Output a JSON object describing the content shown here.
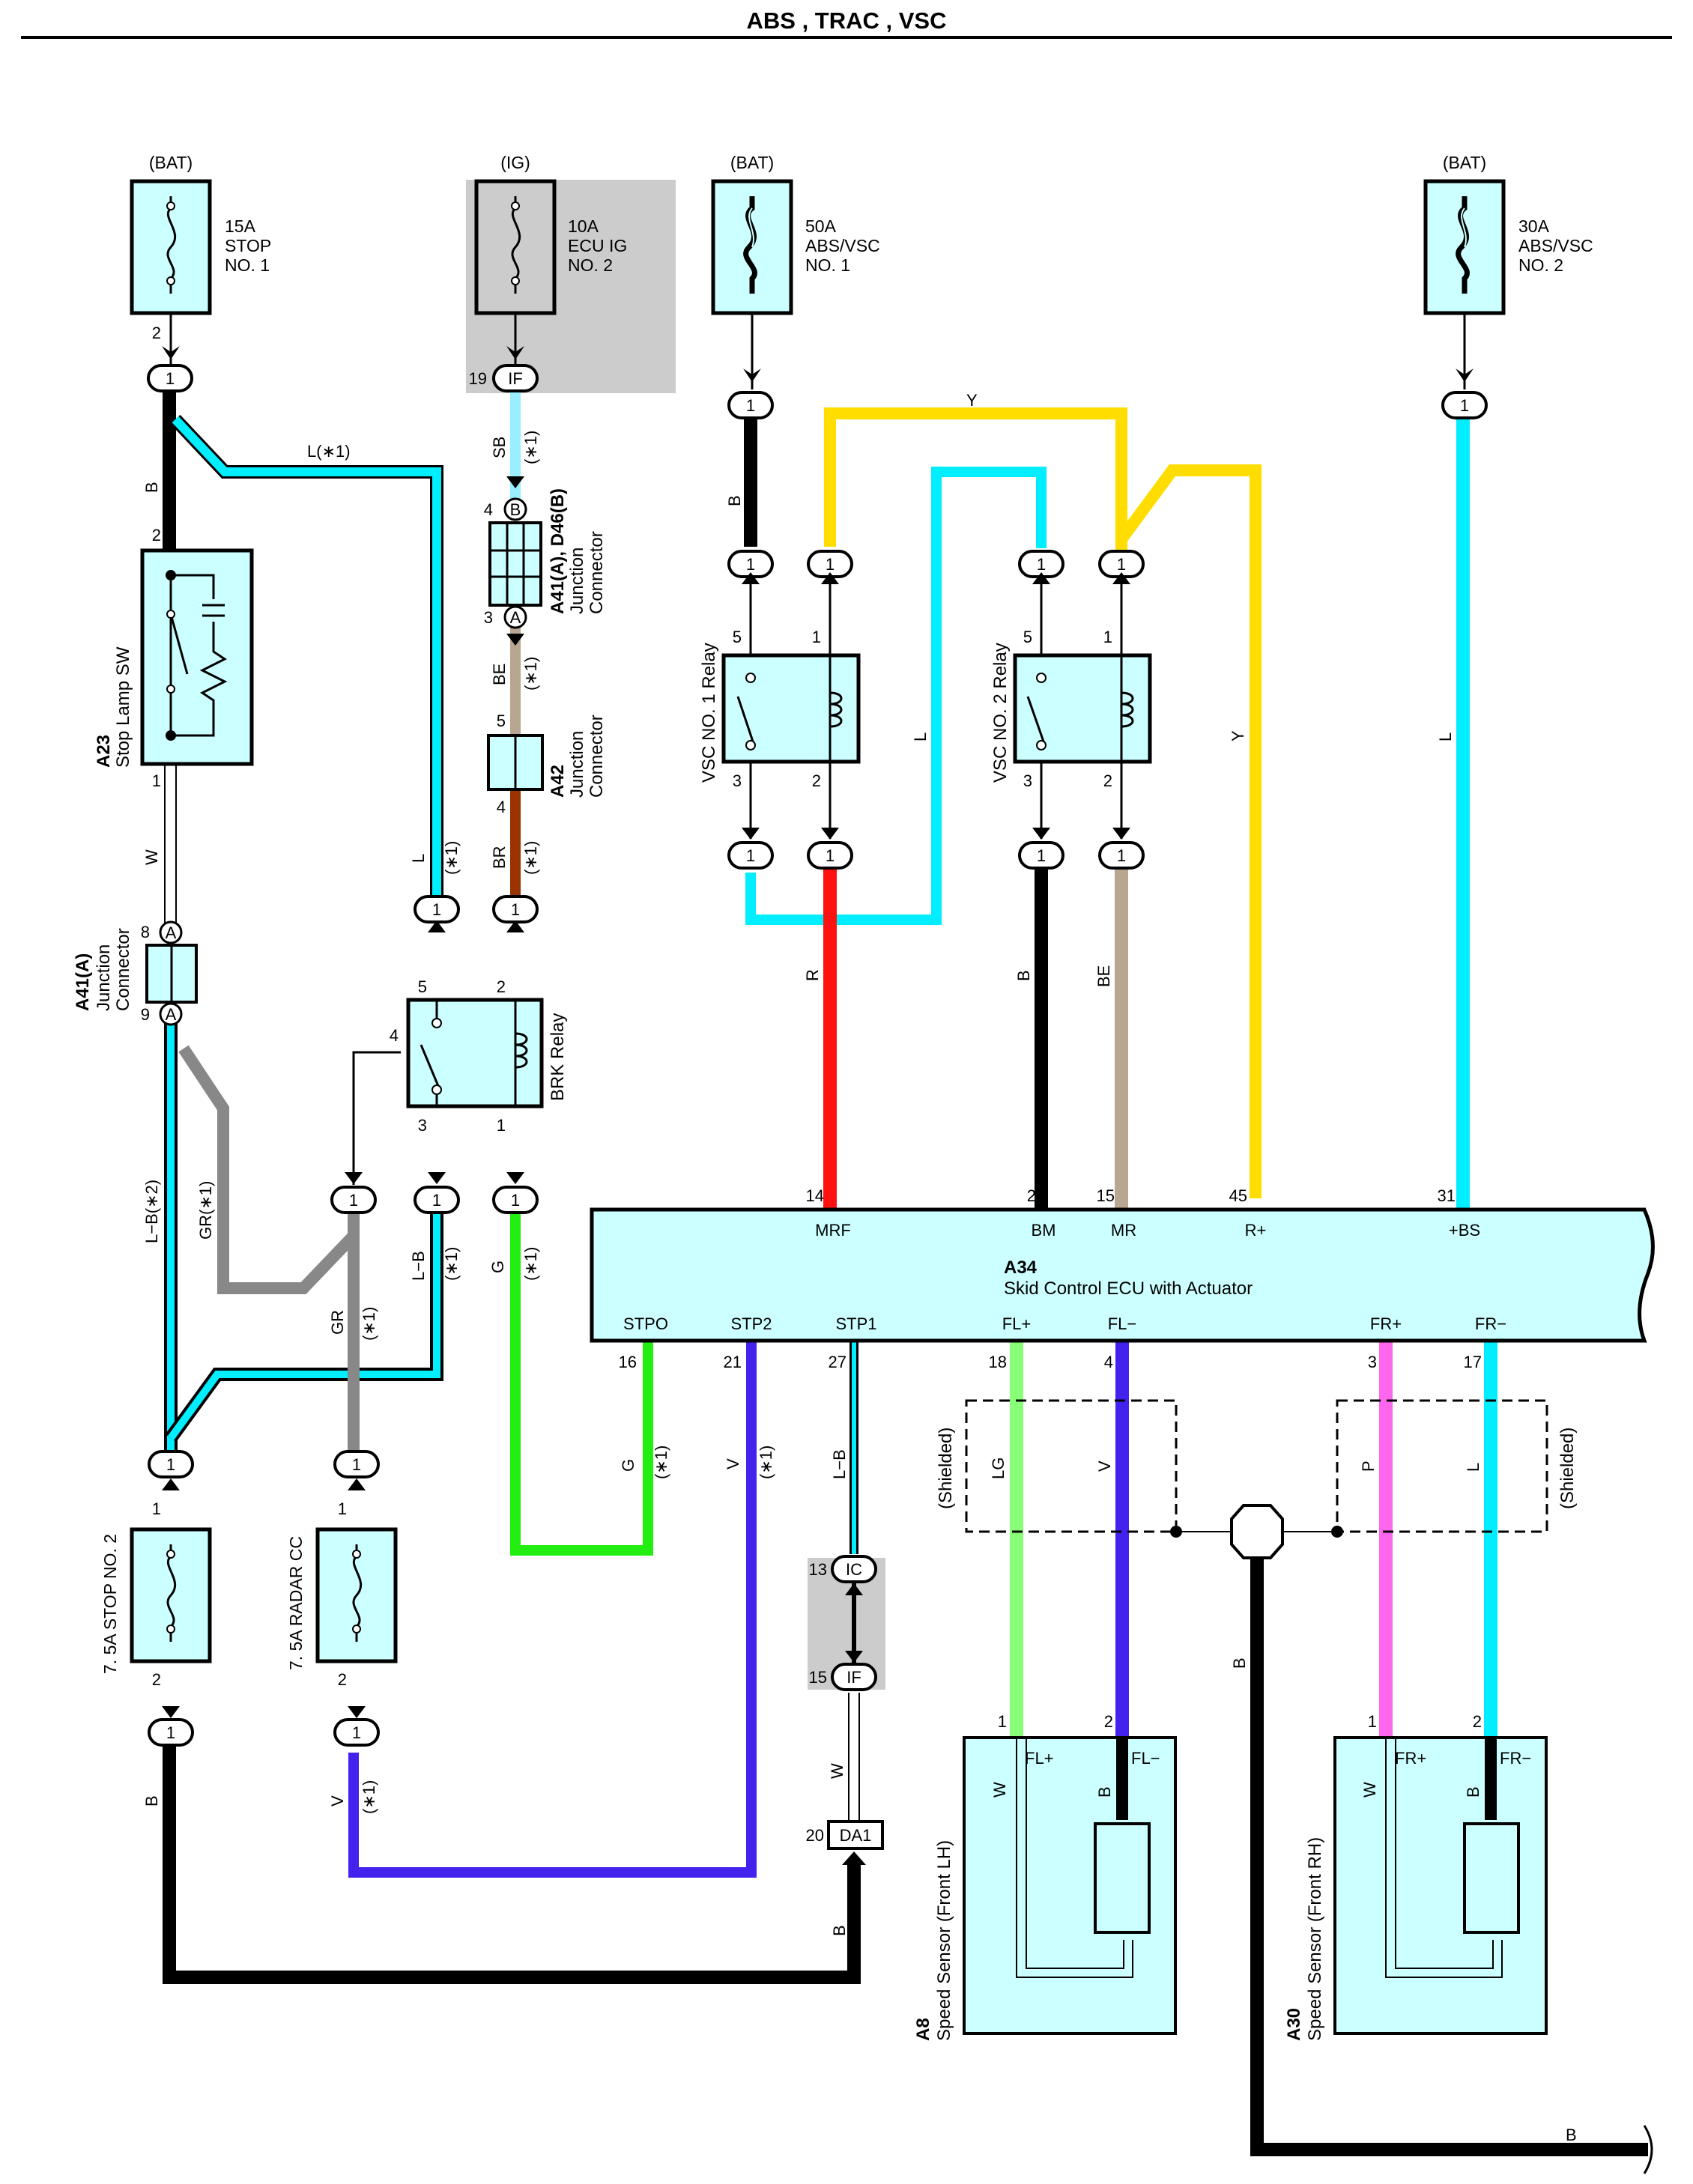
{
  "title": "ABS , TRAC , VSC",
  "power": {
    "bat1": "(BAT)",
    "ig": "(IG)",
    "bat2": "(BAT)",
    "bat3": "(BAT)"
  },
  "fuses": {
    "stop1": [
      "15A",
      "STOP",
      "NO. 1"
    ],
    "ecuig2": [
      "10A",
      "ECU IG",
      "NO. 2"
    ],
    "absvsc1": [
      "50A",
      "ABS/VSC",
      "NO. 1"
    ],
    "absvsc2": [
      "30A",
      "ABS/VSC",
      "NO. 2"
    ],
    "stop2": "7. 5A STOP NO. 2",
    "radarcc": "7. 5A RADAR CC"
  },
  "components": {
    "a23_code": "A23",
    "a23_name": "Stop Lamp SW",
    "a41a_code": "A41(A)",
    "a41a_name1": "Junction",
    "a41a_name2": "Connector",
    "a41ad46b_code": "A41(A), D46(B)",
    "a41ad46b_name1": "Junction",
    "a41ad46b_name2": "Connector",
    "a42_code": "A42",
    "a42_name1": "Junction",
    "a42_name2": "Connector",
    "brk_relay": "BRK Relay",
    "vsc1_relay": "VSC NO. 1 Relay",
    "vsc2_relay": "VSC NO. 2 Relay",
    "a34_code": "A34",
    "a34_name": "Skid Control ECU with Actuator",
    "a8_code": "A8",
    "a8_name": "Speed Sensor (Front LH)",
    "a30_code": "A30",
    "a30_name": "Speed Sensor (Front RH)",
    "shielded": "(Shielded)"
  },
  "ecu_terminals": {
    "top": [
      {
        "pin": "14",
        "name": "MRF"
      },
      {
        "pin": "2",
        "name": "BM"
      },
      {
        "pin": "15",
        "name": "MR"
      },
      {
        "pin": "45",
        "name": "R+"
      },
      {
        "pin": "31",
        "name": "+BS"
      }
    ],
    "bottom": [
      {
        "pin": "16",
        "name": "STPO"
      },
      {
        "pin": "21",
        "name": "STP2"
      },
      {
        "pin": "27",
        "name": "STP1"
      },
      {
        "pin": "18",
        "name": "FL+"
      },
      {
        "pin": "4",
        "name": "FL−"
      },
      {
        "pin": "3",
        "name": "FR+"
      },
      {
        "pin": "17",
        "name": "FR−"
      }
    ]
  },
  "connectors": {
    "c1": "1",
    "IF": "IF",
    "IC": "IC",
    "DA1": "DA1",
    "A": "A",
    "B": "B",
    "pin19": "19",
    "pin13": "13",
    "pin15": "15",
    "pin20": "20"
  },
  "wire_codes": {
    "B": "B",
    "L": "L",
    "L_star1": "L(∗1)",
    "SB": "SB",
    "BE": "BE",
    "BR": "BR",
    "W": "W",
    "Y": "Y",
    "R": "R",
    "G": "G",
    "GR": "GR",
    "V": "V",
    "LG": "LG",
    "P": "P",
    "L_B": "L−B",
    "L_B_star2": "L−B(∗2)",
    "GR_star1": "GR(∗1)",
    "star1": "(∗1)"
  },
  "sensor_terminals": {
    "fl_plus": "FL+",
    "fl_minus": "FL−",
    "fr_plus": "FR+",
    "fr_minus": "FR−"
  },
  "pins": {
    "p1": "1",
    "p2": "2",
    "p3": "3",
    "p4": "4",
    "p5": "5",
    "p8": "8",
    "p9": "9"
  },
  "colors": {
    "black": "#000000",
    "light_blue": "#00EEFF",
    "sky_blue": "#99EEFF",
    "beige": "#B8A690",
    "brown": "#993300",
    "yellow": "#FFDD00",
    "red": "#FF1111",
    "green": "#22EE11",
    "gray": "#888888",
    "violet": "#4422EE",
    "light_green": "#88FF77",
    "pink": "#FF66EE",
    "component_fill": "#CCFFFF",
    "ig_box": "#CCCCCC"
  }
}
